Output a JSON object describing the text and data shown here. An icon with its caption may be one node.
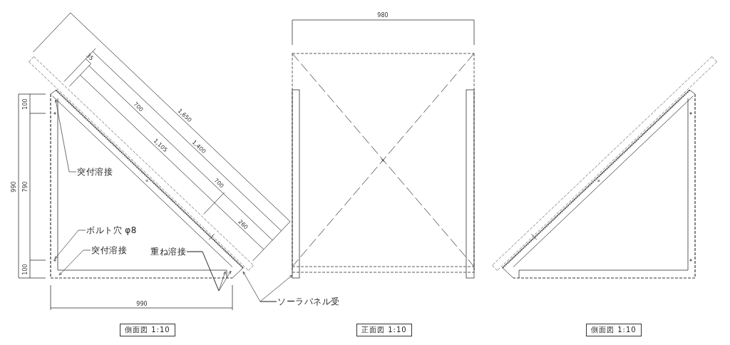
{
  "diagram": {
    "nodes": [
      {
        "text": [
          "突付溶接"
        ]
      },
      {
        "text": [
          "ボルト穴 φ8"
        ]
      },
      {
        "text": [
          "突付溶接"
        ]
      },
      {
        "text": [
          "重ね溶接"
        ]
      },
      {
        "text": [
          "ソーラパネル受"
        ]
      },
      {
        "text": [
          "側面図 1:10"
        ]
      },
      {
        "text": [
          "正面図 1:10"
        ]
      },
      {
        "text": [
          "側面図 1:10"
        ]
      }
    ],
    "edges": [
      {
        "from": 0,
        "to": null,
        "arrow": "to"
      },
      {
        "from": 1,
        "to": null,
        "arrow": "to"
      },
      {
        "from": 2,
        "to": null,
        "arrow": "to"
      },
      {
        "from": 3,
        "to": null,
        "arrow": "to"
      },
      {
        "from": 3,
        "to": null,
        "arrow": "to"
      },
      {
        "from": 4,
        "to": null,
        "arrow": "to"
      },
      {
        "from": 4,
        "to": null,
        "arrow": "to"
      }
    ],
    "labels": [
      "980",
      "35",
      "1,650",
      "700",
      "1,400",
      "100",
      "1,105",
      "990",
      "790",
      "700",
      "260",
      "100",
      "990"
    ]
  }
}
